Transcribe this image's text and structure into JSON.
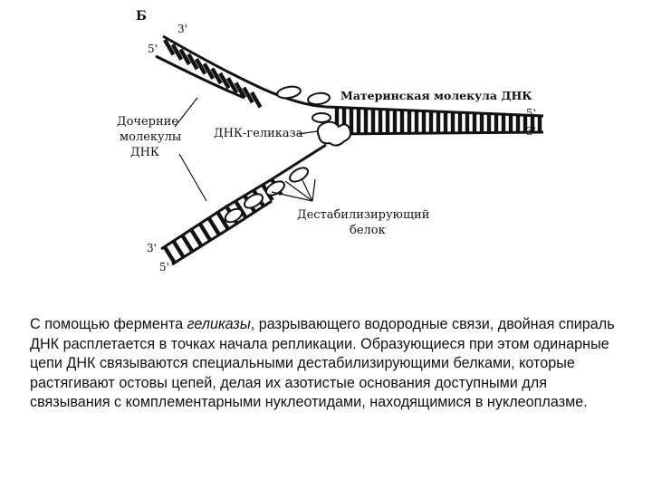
{
  "figure": {
    "panel_letter": "Б",
    "labels": {
      "top_strand_3": "3'",
      "top_strand_5": "5'",
      "parent_molecule": "Материнская молекула ДНК",
      "parent_5": "5'",
      "parent_3": "3'",
      "daughter_line1": "Дочерние",
      "daughter_line2": "молекулы",
      "daughter_line3": "ДНК",
      "helicase": "ДНК-геликаза",
      "destab_line1": "Дестабилизирующий",
      "destab_line2": "белок",
      "bottom_strand_3": "3'",
      "bottom_strand_5": "5'"
    }
  },
  "caption": {
    "part1": "С помощью фермента ",
    "italic": "геликазы",
    "part2": ", разрывающего водородные связи, двойная спираль ДНК расплетается в точках начала репликации. Образующиеся при этом одинарные цепи ДНК связываются специальными дестабилизирующими белками, которые растягивают остовы цепей, делая их азотистые основания доступными для связывания с комплементарными нуклеотидами, находящимися в нуклеоплазме."
  }
}
